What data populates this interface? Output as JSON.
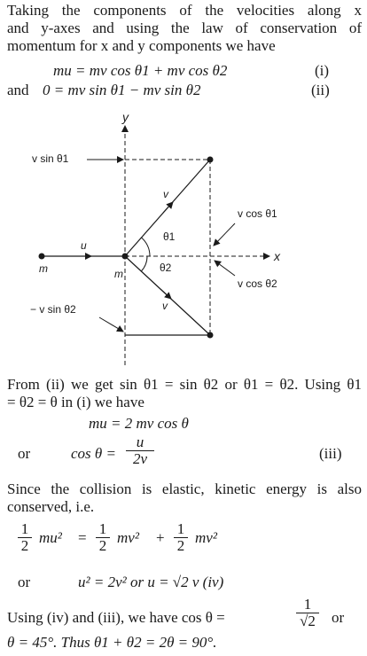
{
  "intro": {
    "lines": [
      "Taking the components of the velocities along x",
      "and y-axes and using the law of conservation of",
      "momentum for x and y components we have"
    ]
  },
  "eq1": {
    "text": "mu = mv cos θ1 + mv cos θ2",
    "tag": "(i)"
  },
  "eq2": {
    "prefix": "and",
    "text": "0 = mv sin θ1 − mv sin θ2",
    "tag": "(ii)"
  },
  "diagram": {
    "y_axis": "y",
    "x_axis": "x",
    "v_sin_theta1": "v sin θ1",
    "v_cos_theta1": "v cos θ1",
    "v_cos_theta2": "v cos θ2",
    "minus_v_sin_theta2": "− v sin θ2",
    "v_upper": "v",
    "v_lower": "v",
    "theta1": "θ1",
    "theta2": "θ2",
    "u": "u",
    "m_left": "m",
    "m_center": "m"
  },
  "from_ii": {
    "lines": [
      "From (ii) we get sin θ1 = sin θ2 or θ1 = θ2. Using θ1",
      "= θ2 = θ in (i) we have"
    ]
  },
  "eq_mu": "mu = 2 mv cos θ",
  "eq_cos": {
    "prefix": "or",
    "lhs": "cos θ =",
    "num": "u",
    "den": "2v",
    "tag": "(iii)"
  },
  "since": {
    "lines": [
      "Since the collision is elastic, kinetic energy is also",
      "conserved, i.e."
    ]
  },
  "eq_ke": {
    "num": "1",
    "den": "2",
    "t1": "mu²",
    "eq": "=",
    "t2": "mv²",
    "plus": "+",
    "t3": "mv²"
  },
  "eq_iv": {
    "prefix": "or",
    "text": "u² = 2v² or u = √2 v (iv)"
  },
  "final": {
    "line1_a": "Using (iv) and (iii), we have cos θ =",
    "line1_num": "1",
    "line1_den": "√2",
    "line1_b": "or",
    "line2": "θ = 45°. Thus θ1 + θ2 = 2θ = 90°."
  }
}
